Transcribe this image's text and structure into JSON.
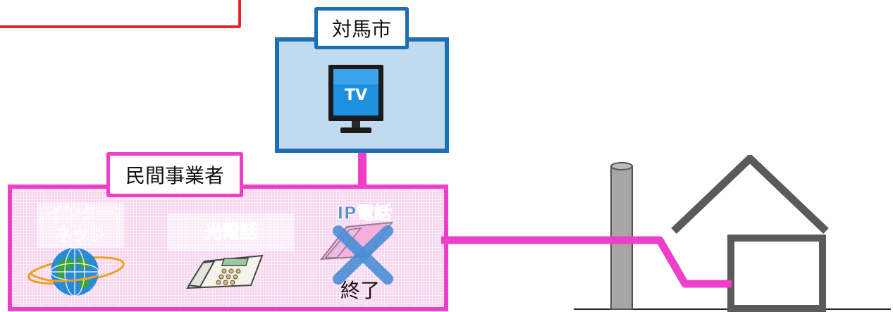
{
  "city": {
    "label": "対馬市",
    "tv_text": "TV"
  },
  "business": {
    "label": "民間事業者"
  },
  "services": {
    "internet_line1": "インター",
    "internet_line2": "ネット",
    "hikari": "光電話",
    "ip": "IP電話",
    "ip_status": "終了"
  },
  "colors": {
    "city_border": "#1d6fb5",
    "city_fill": "#c2daf0",
    "business_border": "#ee3fc8",
    "business_fill": "#f9d4ef",
    "line": "#ee3fc8",
    "house": "#5a5a5a",
    "cross": "#4a8fd6",
    "highlight_box": "#e8262a"
  },
  "icons": [
    "tv-icon",
    "globe-icon",
    "phone-icon",
    "ip-phone-icon",
    "cross-icon",
    "utility-pole-icon",
    "house-icon"
  ]
}
